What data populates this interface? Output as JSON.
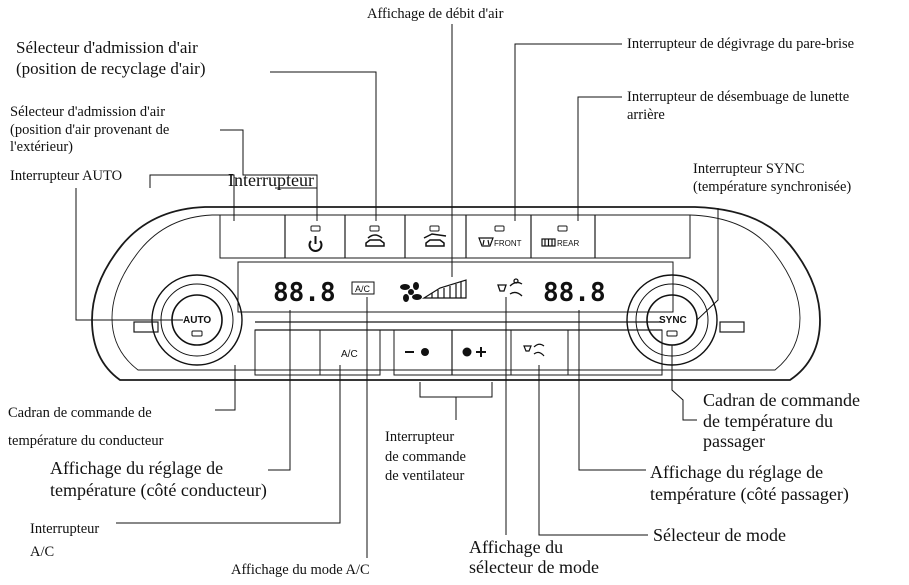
{
  "panel": {
    "display": {
      "driver_temp": "88.8",
      "passenger_temp": "88.8",
      "ac_indicator": "A/C"
    },
    "buttons": {
      "front_defrost": "FRONT",
      "rear_defog": "REAR",
      "ac": "A/C"
    },
    "dials": {
      "driver": "AUTO",
      "passenger": "SYNC"
    }
  },
  "labels": {
    "airflow_display": "Affichage de débit d'air",
    "recirc_selector": "Sélecteur d'admission d'air\n(position de recyclage d'air)",
    "windshield_defrost": "Interrupteur de dégivrage du pare-brise",
    "rear_defog": "Interrupteur de désembuage de lunette\narrière",
    "outside_air_selector": "Sélecteur d'admission d'air\n(position d'air provenant de\nl'extérieur)",
    "auto_switch": "Interrupteur AUTO",
    "power_switch": "Interrupteur",
    "sync_switch": "Interrupteur SYNC\n(température synchronisée)",
    "driver_dial": "Cadran de commande de\ntempérature du conducteur",
    "passenger_dial": "Cadran de commande\nde température du\npassager",
    "driver_temp_display": "Affichage du réglage de\ntempérature (côté conducteur)",
    "passenger_temp_display": "Affichage du réglage de\ntempérature (côté passager)",
    "fan_switch": "Interrupteur\nde commande\nde ventilateur",
    "ac_switch": "Interrupteur\nA/C",
    "ac_mode_display": "Affichage du mode A/C",
    "mode_display": "Affichage du\nsélecteur de mode",
    "mode_selector": "Sélecteur de mode"
  }
}
